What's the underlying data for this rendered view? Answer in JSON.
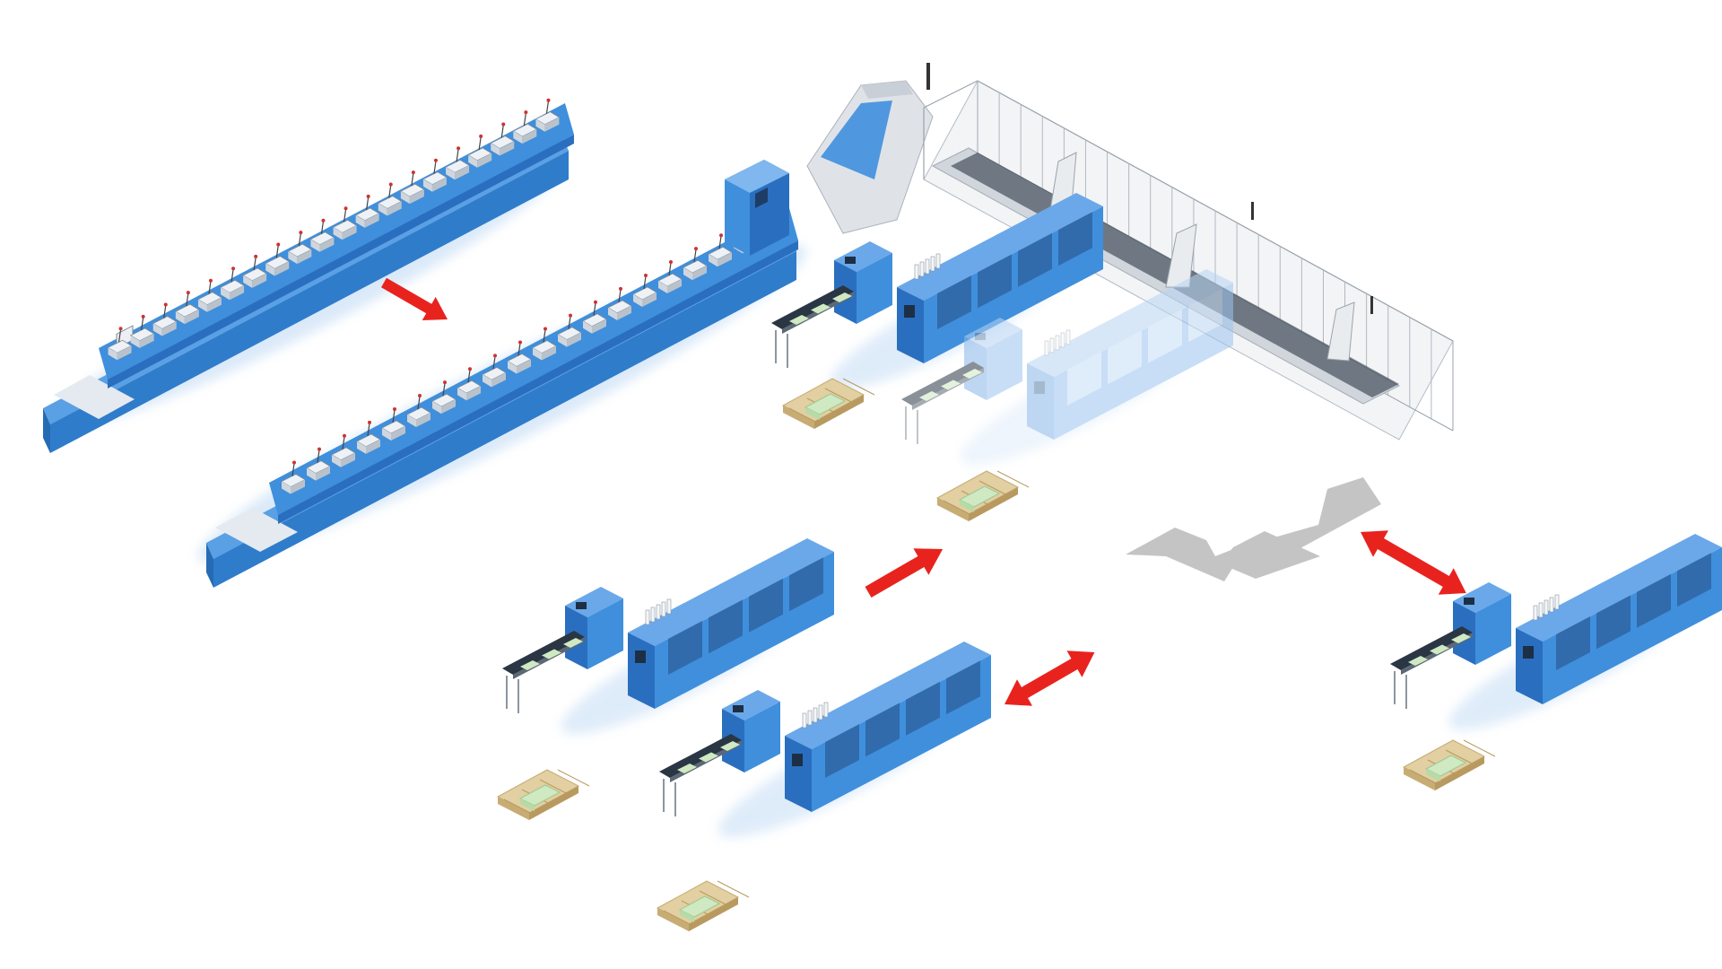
{
  "scene": {
    "kind": "isometric production line layout",
    "labels": []
  },
  "colors": {
    "background": "#ffffff",
    "machine_blue": "#3f8fdc",
    "machine_blue_dark": "#2a6fbf",
    "machine_blue_light": "#74b1ee",
    "ghost_blue": "#b7d4f4",
    "frame_grey": "#dfe3e8",
    "fence_line": "#9aa3ad",
    "floor_outline": "#bdbdbd",
    "pallet": "#e2cfa2",
    "pallet_dark": "#c7ad74",
    "goods_green": "#cfe9c2",
    "arrow_red": "#e8231e"
  },
  "components": [
    {
      "id": "gatherer-old",
      "type": "long gathering line",
      "state": "replaced"
    },
    {
      "id": "gatherer-new",
      "type": "long gathering line",
      "state": "installed"
    },
    {
      "id": "robot-cell",
      "type": "fenced robot stacking cell",
      "state": "installed"
    },
    {
      "id": "binder-top",
      "type": "binding machine with infeed",
      "state": "installed"
    },
    {
      "id": "binder-ghost",
      "type": "binding machine with infeed",
      "state": "planned"
    },
    {
      "id": "floor-footprint",
      "type": "free floor space",
      "state": "vacant"
    },
    {
      "id": "binder-bottom-left-1",
      "type": "binding machine with infeed",
      "state": "relocatable"
    },
    {
      "id": "binder-bottom-left-2",
      "type": "binding machine with infeed",
      "state": "relocatable"
    },
    {
      "id": "binder-right",
      "type": "binding machine with infeed",
      "state": "relocatable"
    }
  ],
  "arrows": [
    {
      "id": "arrow-gatherer-replace",
      "direction": "one-way"
    },
    {
      "id": "arrow-binder-move-in",
      "direction": "one-way"
    },
    {
      "id": "arrow-swap-left",
      "direction": "two-way"
    },
    {
      "id": "arrow-swap-right",
      "direction": "two-way"
    }
  ]
}
